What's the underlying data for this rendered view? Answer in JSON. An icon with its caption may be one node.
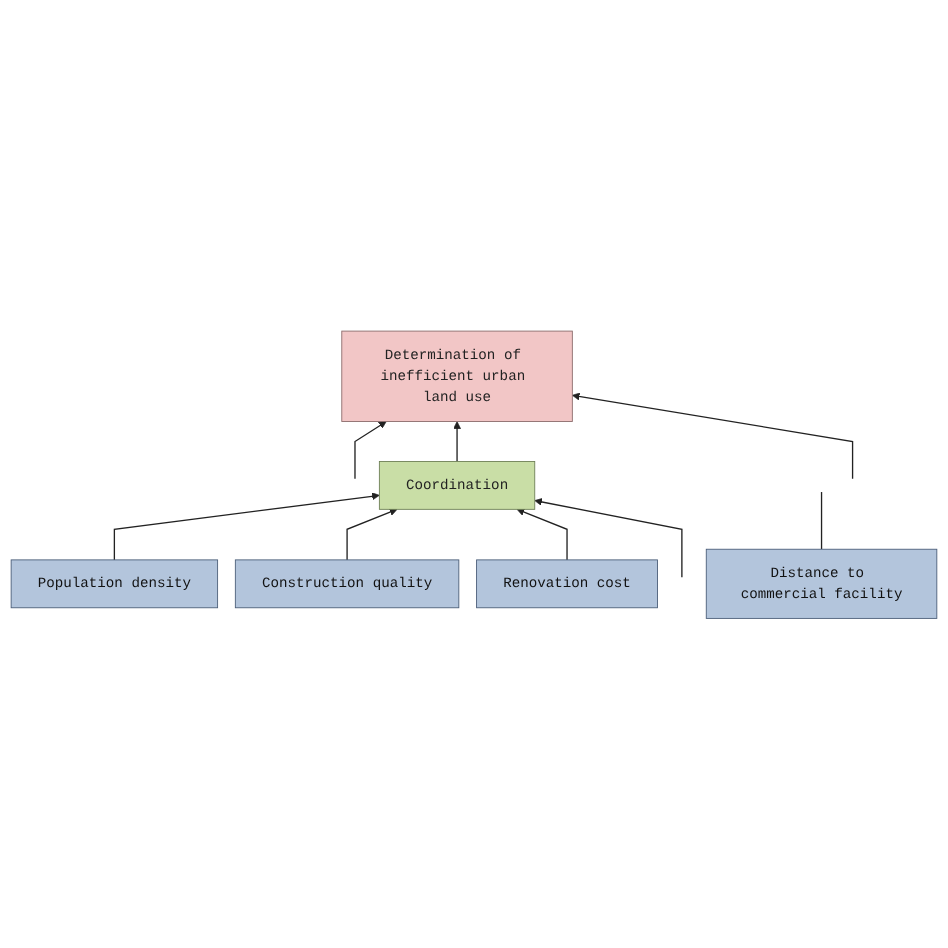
{
  "diagram": {
    "nodes": [
      {
        "text": [
          "Determination of inefficient urban land use"
        ]
      },
      {
        "text": [
          "Coordination"
        ]
      },
      {
        "text": [
          "Distance to commercial facility"
        ]
      },
      {
        "text": [
          "Population density"
        ]
      },
      {
        "text": [
          "Construction quality"
        ]
      },
      {
        "text": [
          "Renovation cost"
        ]
      }
    ],
    "edges": [
      {
        "from": null,
        "to": 0,
        "arrow": "to"
      },
      {
        "from": 2,
        "to": null,
        "arrow": "none"
      },
      {
        "from": 1,
        "to": 0,
        "arrow": "to"
      },
      {
        "from": null,
        "to": 0,
        "arrow": "to"
      },
      {
        "from": 3,
        "to": 1,
        "arrow": "to"
      },
      {
        "from": 4,
        "to": 1,
        "arrow": "to"
      },
      {
        "from": 5,
        "to": 1,
        "arrow": "to"
      },
      {
        "from": null,
        "to": 1,
        "arrow": "to"
      }
    ]
  }
}
